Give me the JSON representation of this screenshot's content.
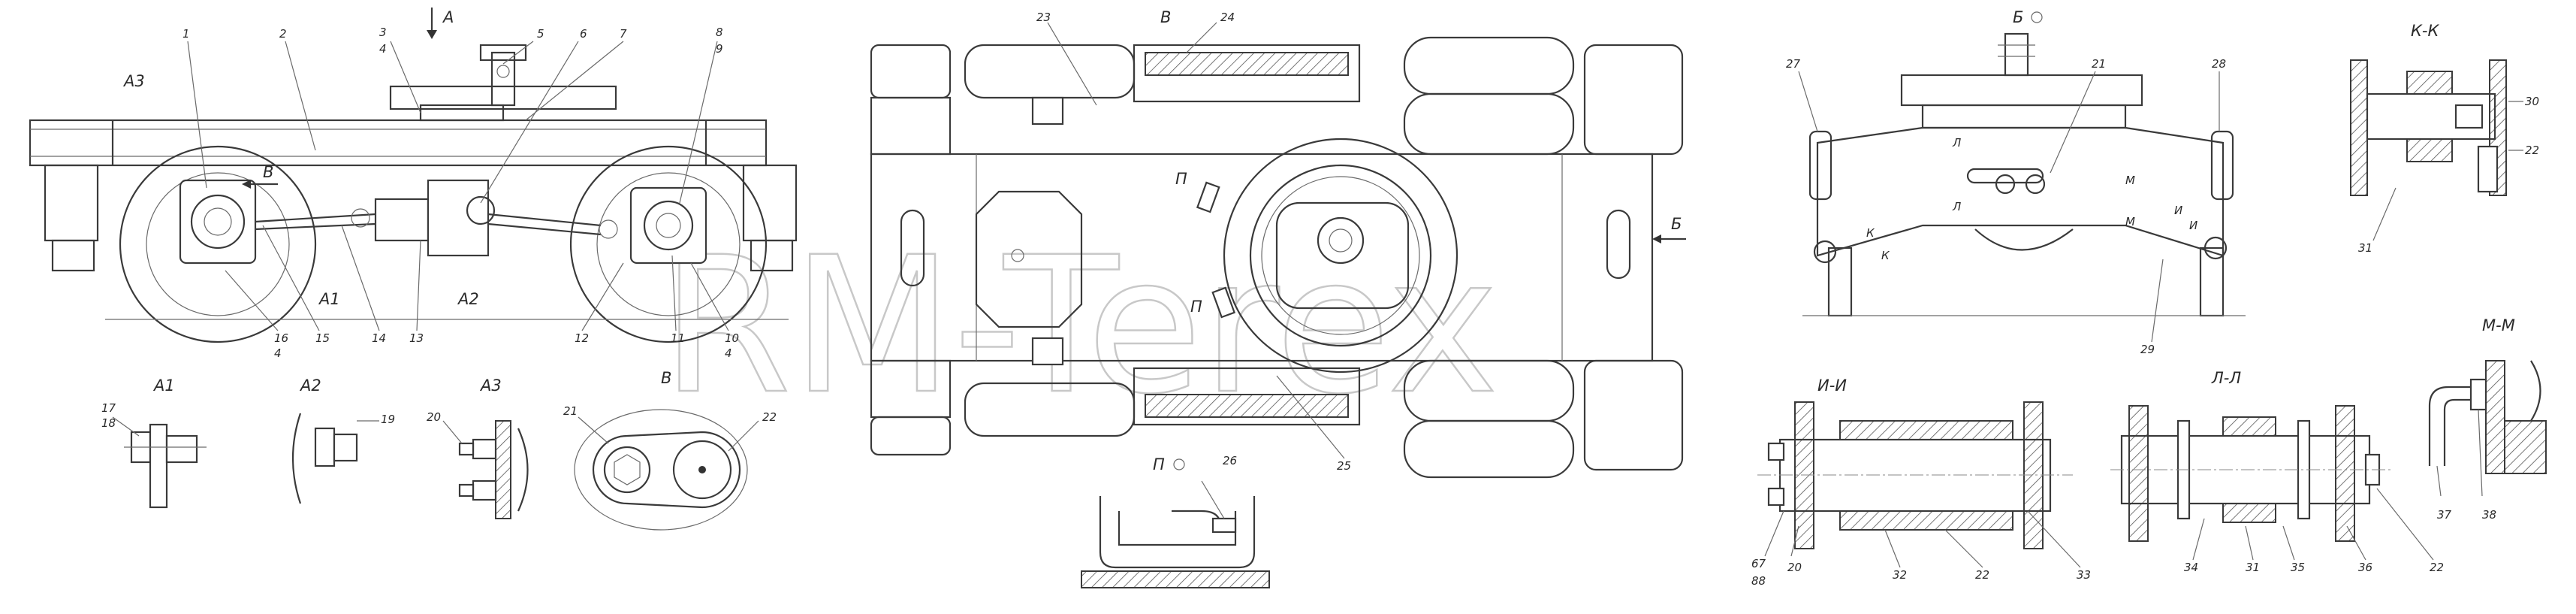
{
  "watermark": "RM-Terex",
  "view_labels": {
    "arrow_a": "А",
    "a3_main": "А3",
    "v_main": "В",
    "a1_main": "А1",
    "a2_main": "А2",
    "a1": "А1",
    "a2": "А2",
    "a3": "А3",
    "v_detail": "В",
    "v_top": "В",
    "p1": "П",
    "p2": "П",
    "p_view": "П",
    "b_arrow": "Б",
    "b_view": "Б",
    "kk": "К-К",
    "ii": "И-И",
    "ll": "Л-Л",
    "mm": "М-М",
    "sec_k1": "К",
    "sec_k2": "К",
    "sec_i1": "И",
    "sec_i2": "И",
    "sec_m1": "М",
    "sec_m2": "М",
    "sec_l1": "Л",
    "sec_l2": "Л"
  },
  "callouts": {
    "c1": "1",
    "c2": "2",
    "c3": "3",
    "c4a": "4",
    "c5": "5",
    "c6": "6",
    "c7": "7",
    "c8": "8",
    "c9": "9",
    "c16": "16",
    "c4b": "4",
    "c15": "15",
    "c14": "14",
    "c13": "13",
    "c12": "12",
    "c11": "11",
    "c10": "10",
    "c4c": "4",
    "c17": "17",
    "c18": "18",
    "c19": "19",
    "c20a": "20",
    "c21a": "21",
    "c22a": "22",
    "c23": "23",
    "c24": "24",
    "c25": "25",
    "c26": "26",
    "c27": "27",
    "c21b": "21",
    "c28": "28",
    "c29": "29",
    "c30": "30",
    "c22b": "22",
    "c31a": "31",
    "c67": "67",
    "c88": "88",
    "c20b": "20",
    "c32": "32",
    "c22c": "22",
    "c33": "33",
    "c34": "34",
    "c31b": "31",
    "c35": "35",
    "c36": "36",
    "c22d": "22",
    "c37": "37",
    "c38": "38"
  }
}
